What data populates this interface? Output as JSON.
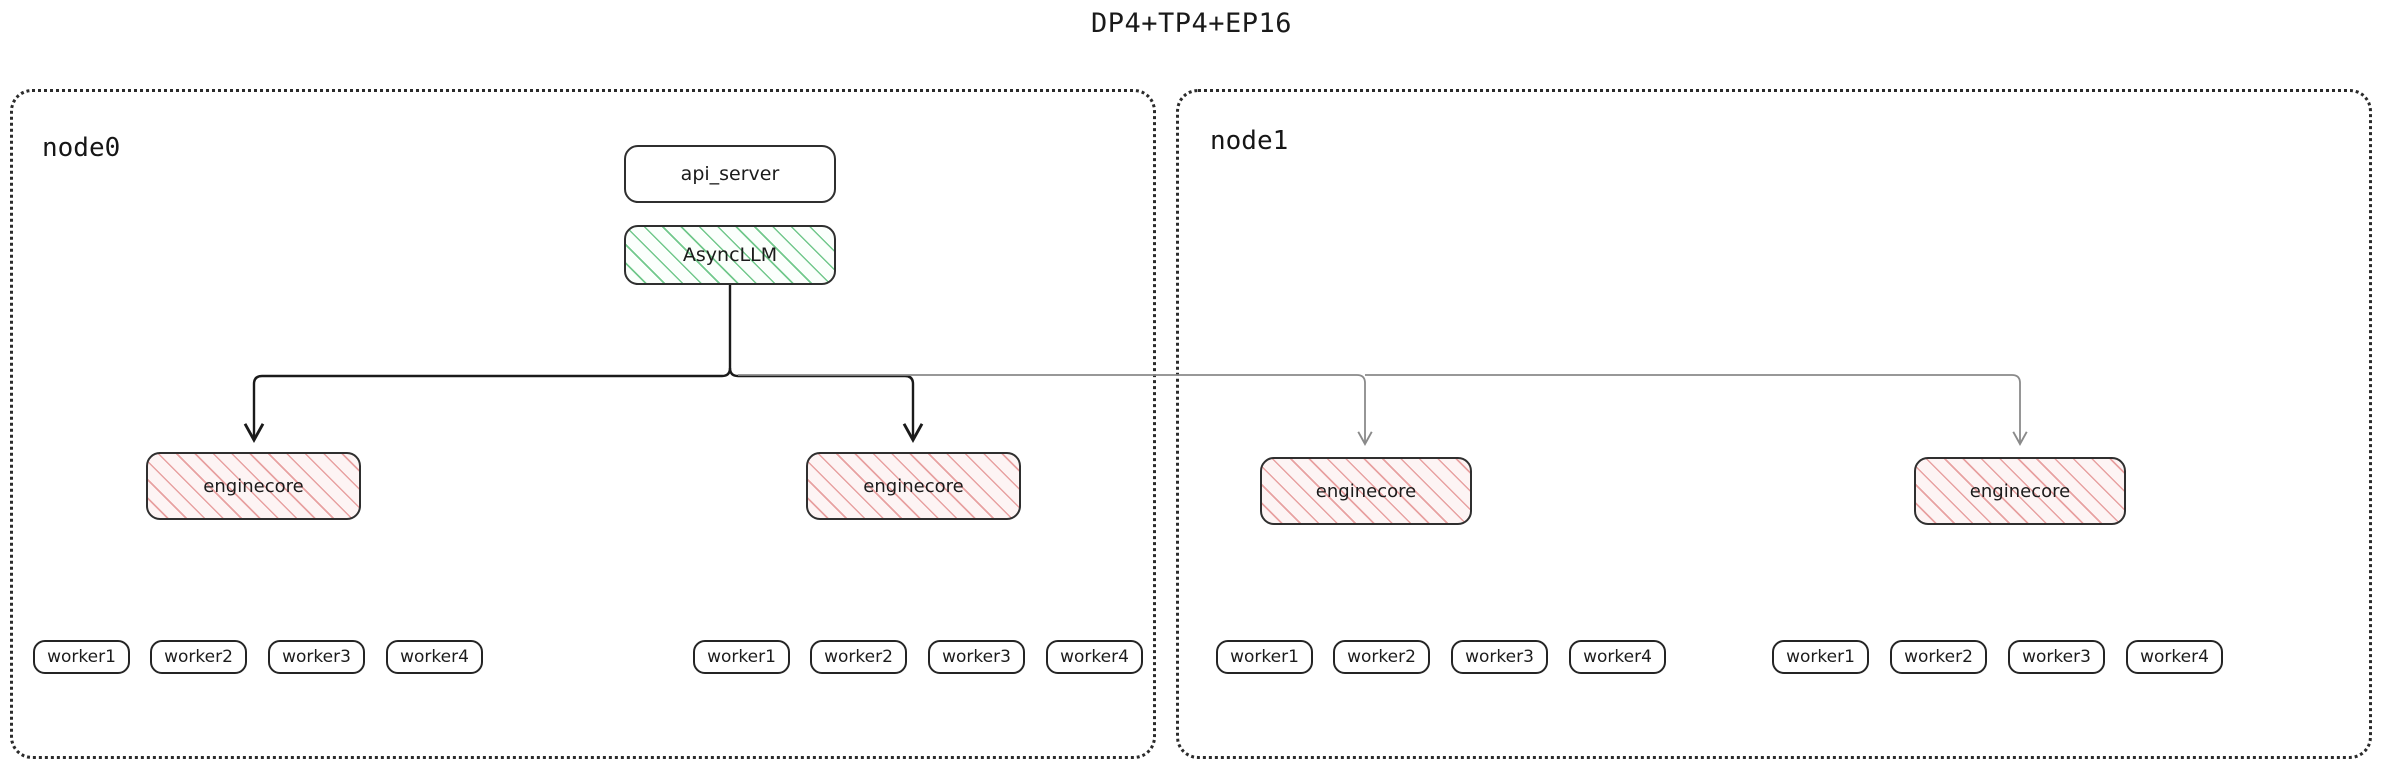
{
  "title": "DP4+TP4+EP16",
  "colors": {
    "border": "#2f2f2f",
    "node_border": "#2b2b2b",
    "async_hatch": "#5abe78",
    "engine_hatch": "#e28c8c",
    "arrow_dark": "#1a1a1a",
    "arrow_light": "#808080",
    "text": "#1b1b1b",
    "background": "#ffffff"
  },
  "nodes": [
    {
      "id": "node0",
      "label": "node0",
      "engines": [
        {
          "label": "enginecore",
          "workers": [
            "worker1",
            "worker2",
            "worker3",
            "worker4"
          ]
        },
        {
          "label": "enginecore",
          "workers": [
            "worker1",
            "worker2",
            "worker3",
            "worker4"
          ]
        }
      ]
    },
    {
      "id": "node1",
      "label": "node1",
      "engines": [
        {
          "label": "enginecore",
          "workers": [
            "worker1",
            "worker2",
            "worker3",
            "worker4"
          ]
        },
        {
          "label": "enginecore",
          "workers": [
            "worker1",
            "worker2",
            "worker3",
            "worker4"
          ]
        }
      ]
    }
  ],
  "frontend": {
    "api_server": "api_server",
    "async_llm": "AsyncLLM"
  }
}
